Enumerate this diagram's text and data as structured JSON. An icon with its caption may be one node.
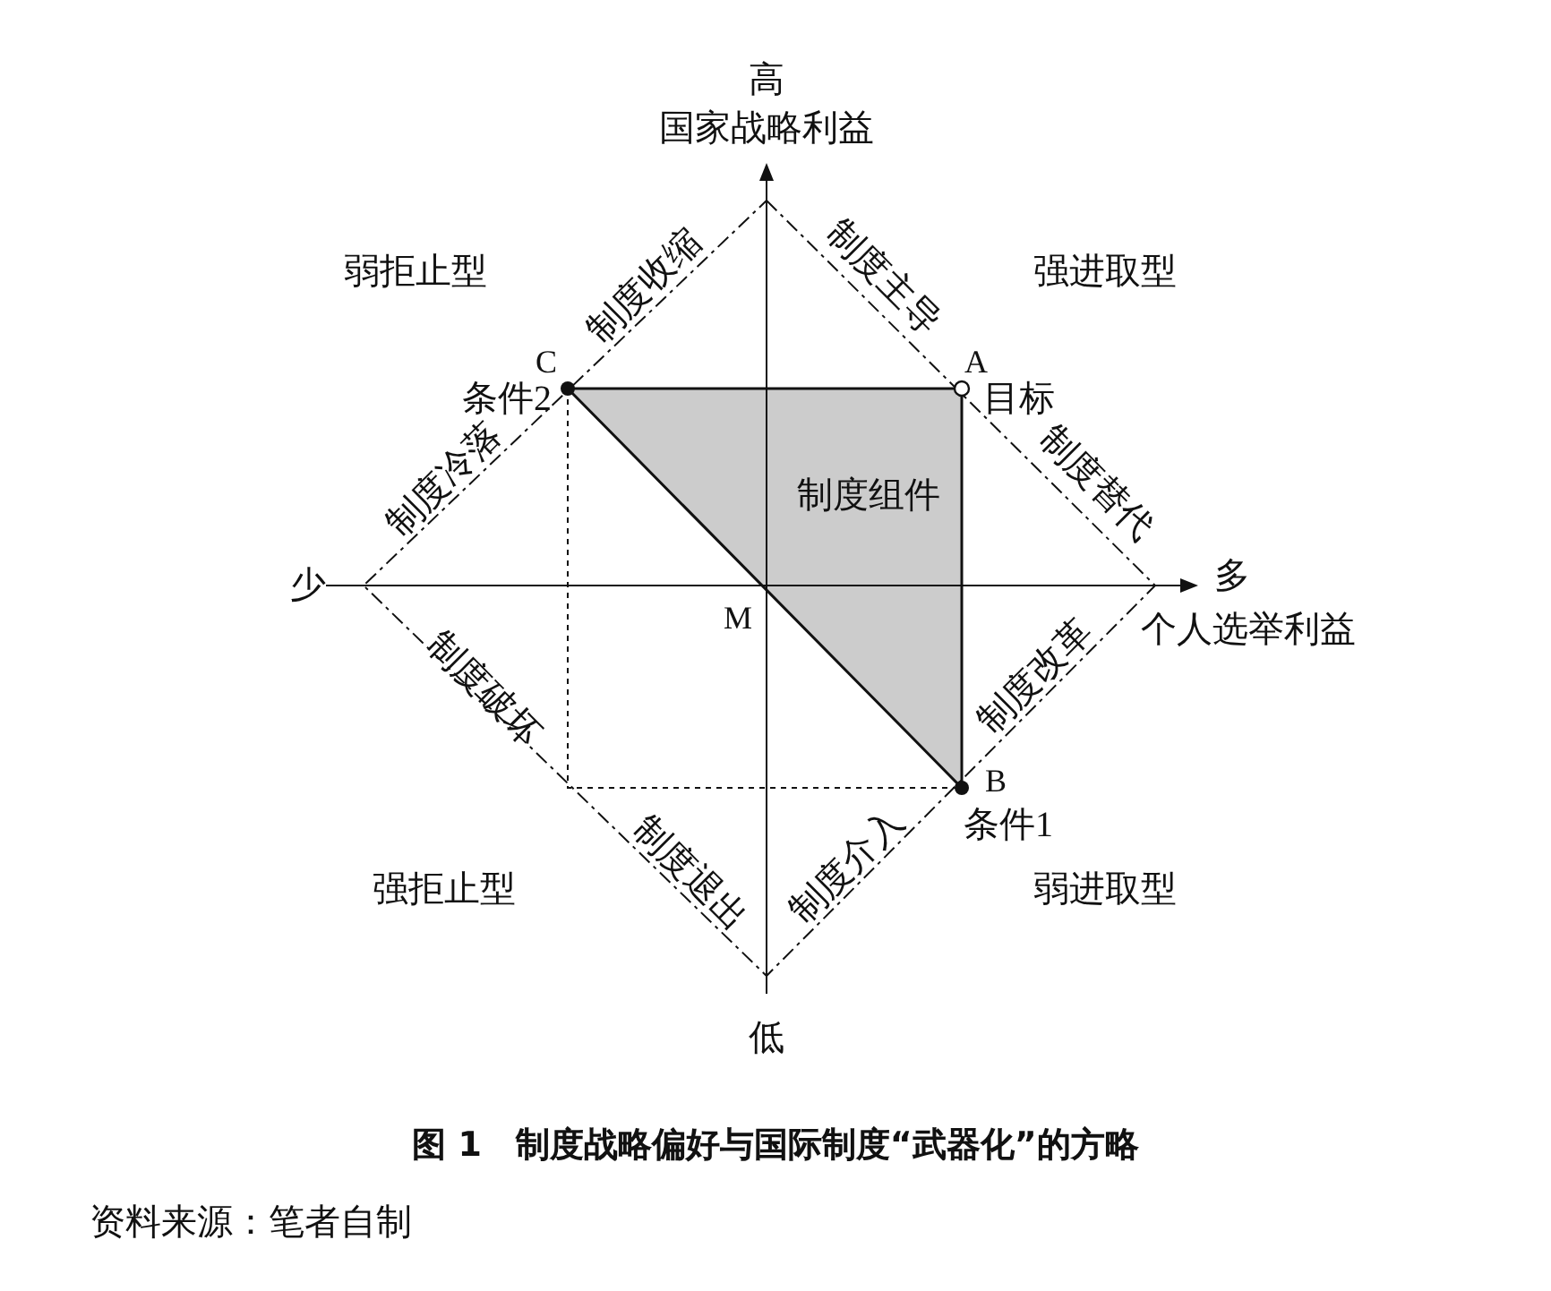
{
  "diagram": {
    "title": "图 1　制度战略偏好与国际制度“武器化”的方略",
    "caption": "资料来源：笔者自制",
    "labels": [
      "高",
      "国家战略利益",
      "弱拒止型",
      "制度收缩",
      "制度主导",
      "强进取型",
      "C",
      "A",
      "条件2",
      "目标",
      "制度冷落",
      "制度替代",
      "制度组件",
      "少",
      "多",
      "M",
      "个人选举利益",
      "制度破坏",
      "制度改革",
      "B",
      "条件1",
      "制度退出",
      "制度介入",
      "强拒止型",
      "弱进取型",
      "低"
    ]
  }
}
